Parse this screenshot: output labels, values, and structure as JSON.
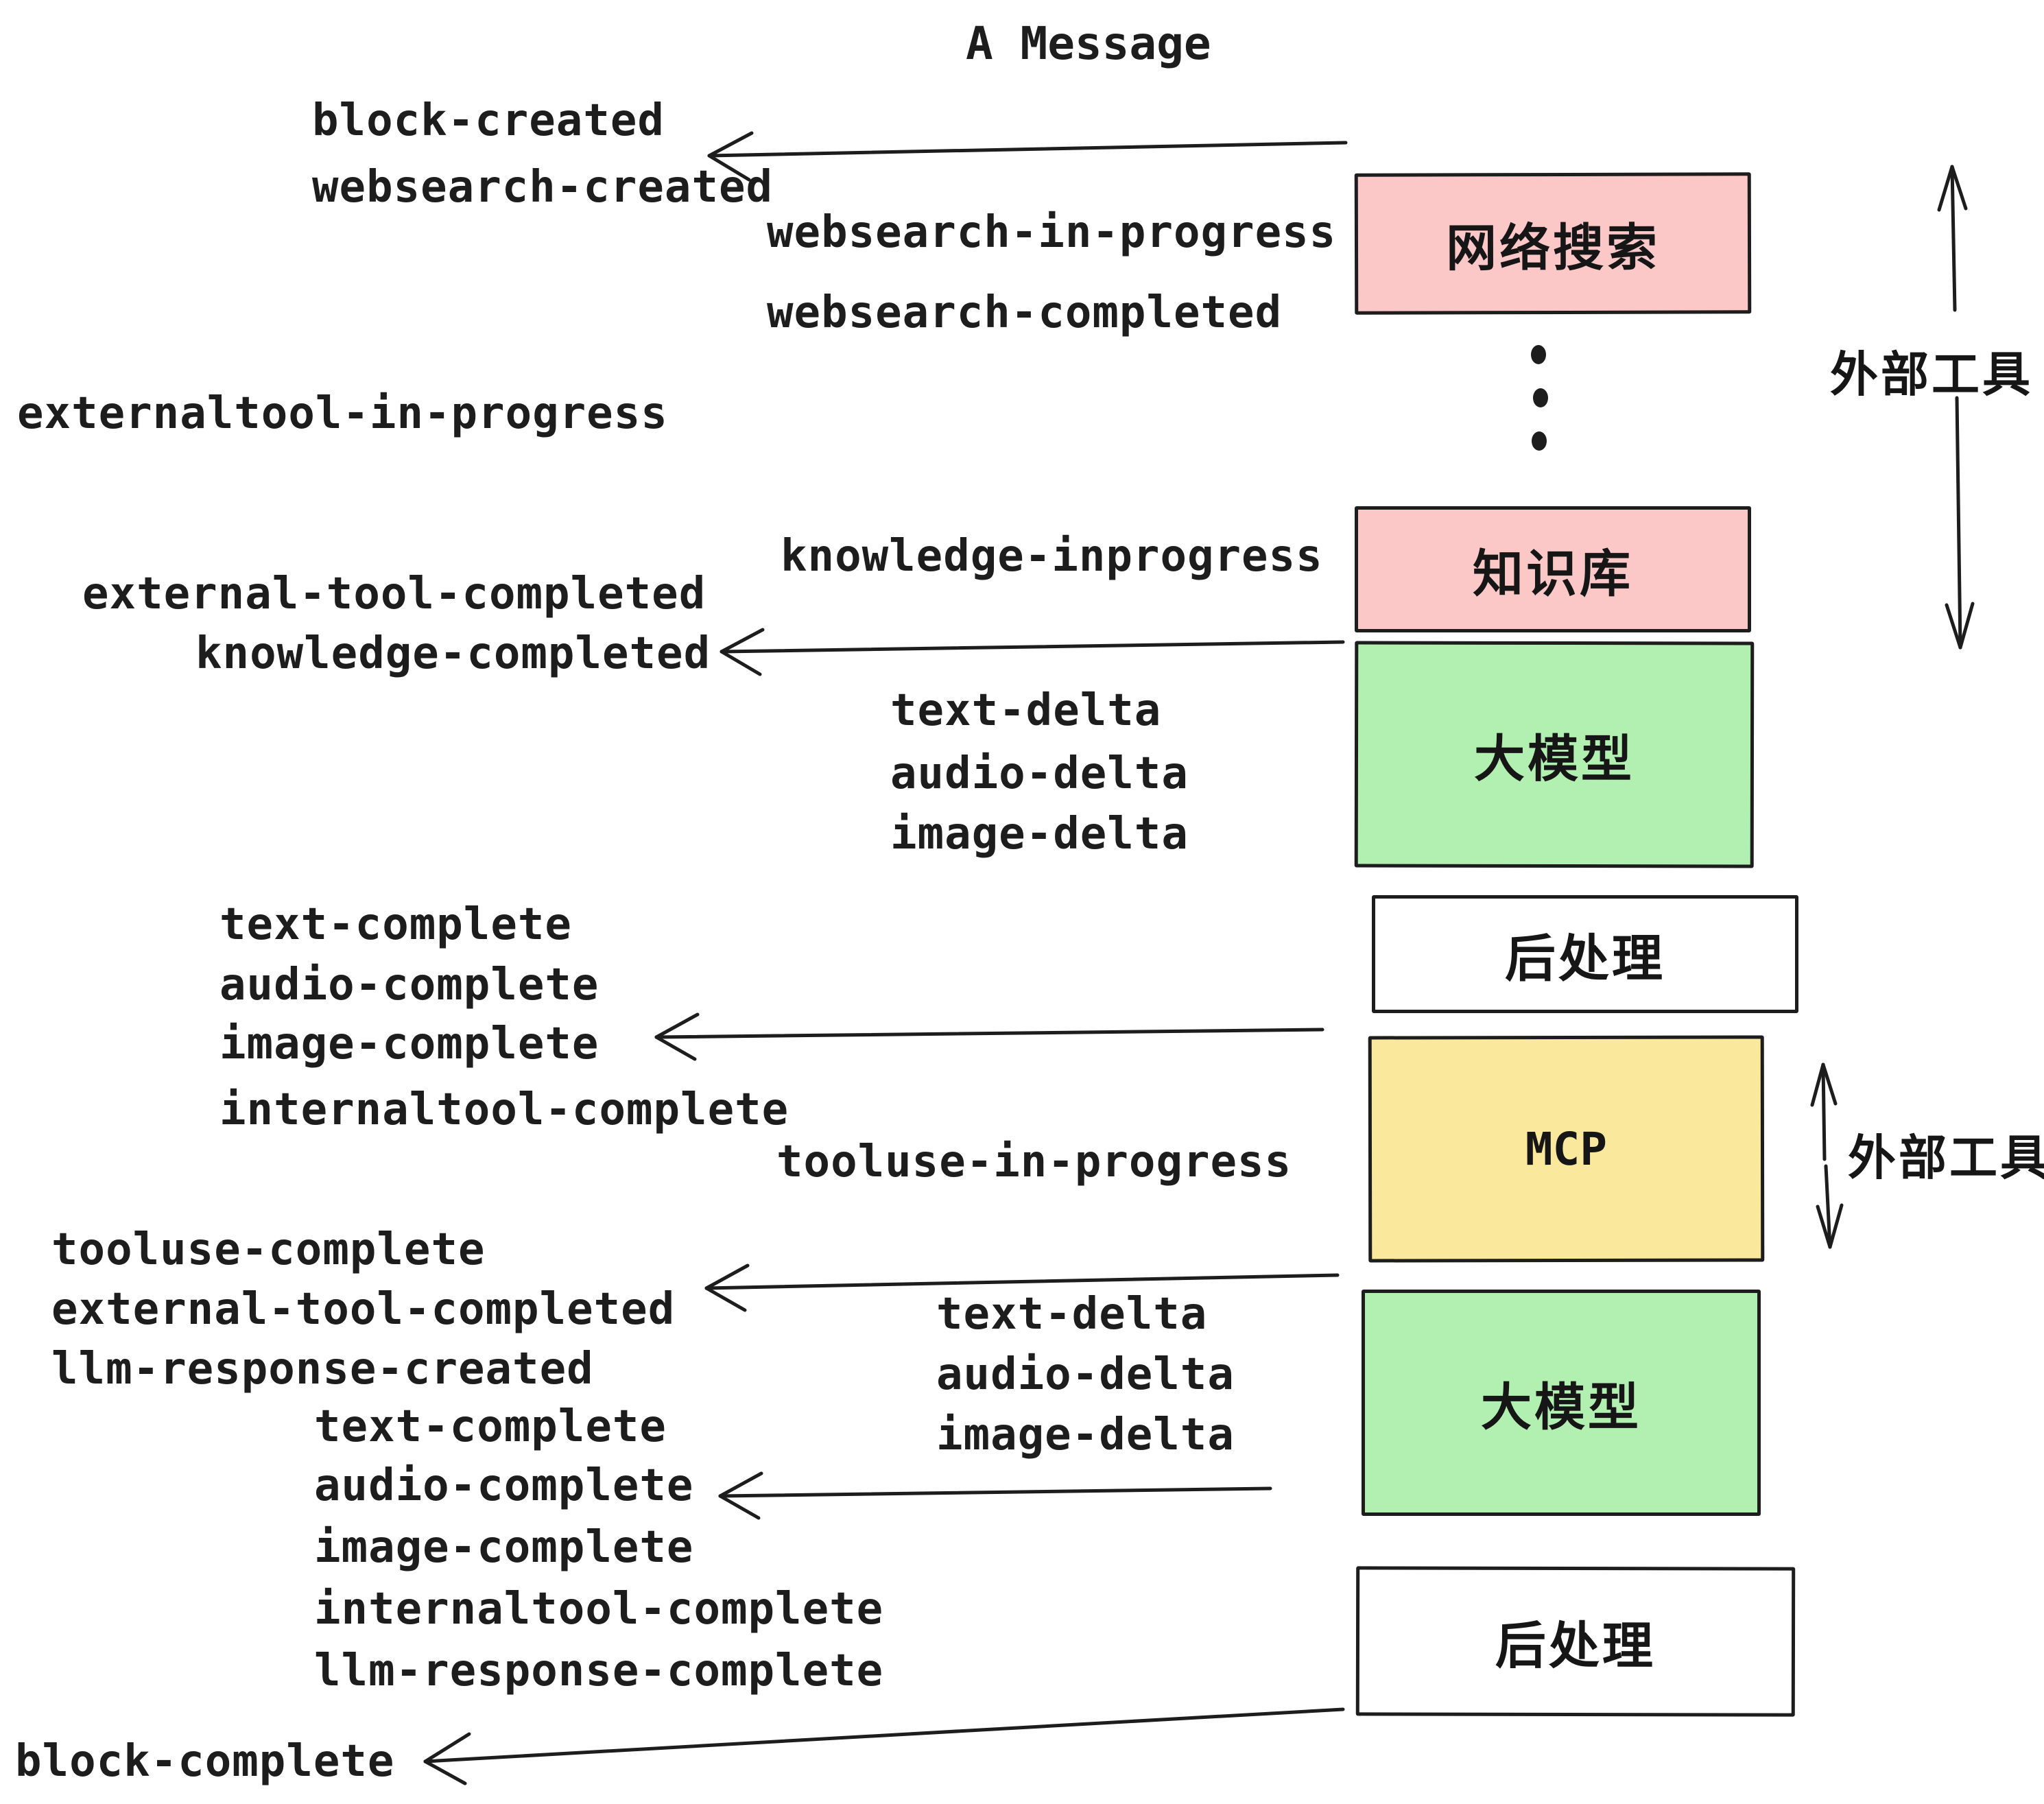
{
  "title": "A Message",
  "colors": {
    "ink": "#1d1d1d",
    "pink": "#fcc7c7",
    "green": "#b2f0b2",
    "yellow": "#fae99d",
    "paper": "#ffffff"
  },
  "boxes": [
    "网络搜索",
    "知识库",
    "大模型",
    "后处理",
    "MCP",
    "大模型",
    "后处理"
  ],
  "side_labels": [
    "外部工具",
    "外部工具"
  ],
  "events": [
    "block-created",
    "websearch-created",
    "websearch-in-progress",
    "websearch-completed",
    "externaltool-in-progress",
    "knowledge-inprogress",
    "external-tool-completed",
    "knowledge-completed",
    "text-delta",
    "audio-delta",
    "image-delta",
    "text-complete",
    "audio-complete",
    "image-complete",
    "internaltool-complete",
    "tooluse-in-progress",
    "tooluse-complete",
    "external-tool-completed",
    "llm-response-created",
    "text-delta",
    "audio-delta",
    "image-delta",
    "text-complete",
    "audio-complete",
    "image-complete",
    "internaltool-complete",
    "llm-response-complete",
    "block-complete"
  ]
}
